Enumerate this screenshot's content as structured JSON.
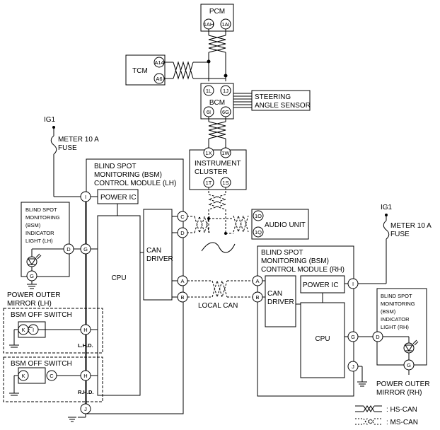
{
  "modules": {
    "pcm": "PCM",
    "tcm": "TCM",
    "bcm": "BCM",
    "steering_line1": "STEERING",
    "steering_line2": "ANGLE SENSOR",
    "cluster_line1": "INSTRUMENT",
    "cluster_line2": "CLUSTER",
    "audio": "AUDIO UNIT",
    "cpu": "CPU",
    "power_ic": "POWER IC",
    "can_driver_line1": "CAN",
    "can_driver_line2": "DRIVER"
  },
  "bsm_lh": {
    "line1": "BLIND SPOT",
    "line2": "MONITORING (BSM)",
    "line3": "CONTROL MODULE (LH)"
  },
  "bsm_rh": {
    "line1": "BLIND SPOT",
    "line2": "MONITORING (BSM)",
    "line3": "CONTROL MODULE (RH)"
  },
  "indicator_lh": [
    "BLIND SPOT",
    "MONITORING",
    "(BSM)",
    "INDICATOR",
    "LIGHT (LH)"
  ],
  "indicator_rh": [
    "BLIND SPOT",
    "MONITORING",
    "(BSM)",
    "INDICATOR",
    "LIGHT (RH)"
  ],
  "power": {
    "ig1": "IG1",
    "fuse_line1": "METER 10 A",
    "fuse_line2": "FUSE"
  },
  "mirror_lh": {
    "line1": "POWER OUTER",
    "line2": "MIRROR (LH)"
  },
  "mirror_rh": {
    "line1": "POWER OUTER",
    "line2": "MIRROR (RH)"
  },
  "switch": {
    "title": "BSM OFF SWITCH",
    "lhd": "L.H.D.",
    "rhd": "R.H.D."
  },
  "local_can": "LOCAL CAN",
  "legend": {
    "hs_can": ": HS-CAN",
    "ms_can": ": MS-CAN"
  },
  "pins": {
    "pcm_1": "1AH",
    "pcm_2": "1AI",
    "tcm_1": "A14",
    "tcm_2": "A6",
    "bcm_1": "1L",
    "bcm_2": "1J",
    "bcm_3": "6I",
    "bcm_4": "6G",
    "ic_1": "1X",
    "ic_2": "1W",
    "ic_3": "1T",
    "ic_4": "1S",
    "audio_1": "1O",
    "audio_2": "1Q",
    "lh_I": "I",
    "lh_C": "C",
    "lh_D": "D",
    "lh_G": "G",
    "lh_A": "A",
    "lh_B": "B",
    "lh_H": "H",
    "lh_J": "J",
    "lhind_D": "D",
    "lhind_G": "G",
    "rh_A": "A",
    "rh_B": "B",
    "rh_I": "I",
    "rh_G": "G",
    "rh_J": "J",
    "rhind_D": "D",
    "rhind_G": "G",
    "sw1_K": "K",
    "sw1_I": "I",
    "sw2_K": "K",
    "sw2_C": "C"
  }
}
